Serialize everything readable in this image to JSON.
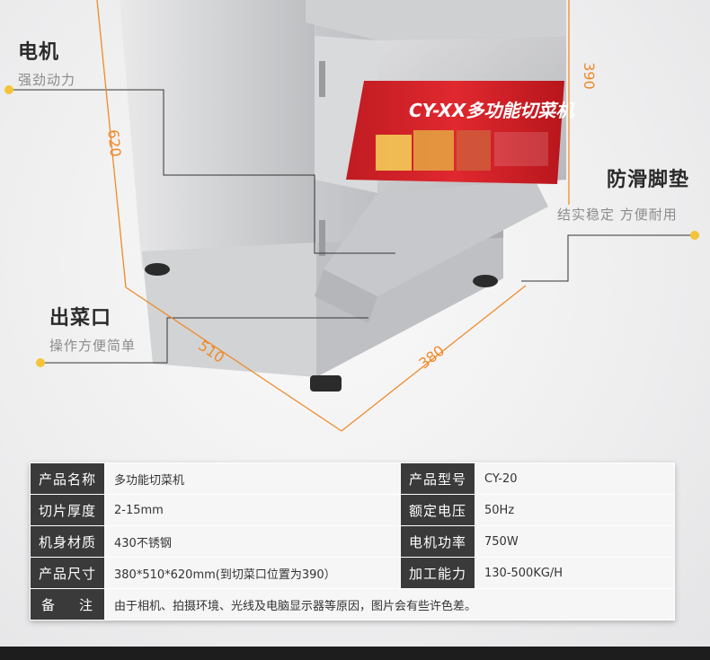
{
  "callouts": {
    "motor": {
      "title": "电机",
      "sub": "强劲动力"
    },
    "feet": {
      "title": "防滑脚垫",
      "sub": "结实稳定 方便耐用"
    },
    "outlet": {
      "title": "出菜口",
      "sub": "操作方便简单"
    }
  },
  "dimensions": {
    "height_total": "620",
    "height_outlet": "390",
    "depth": "510",
    "width": "380"
  },
  "machine_label": {
    "brand_model": "CY-XX多功能切菜机"
  },
  "colors": {
    "accent_orange": "#f08a2a",
    "label_red": "#d8232a",
    "label_bg": "#3a3a3a"
  },
  "specs": {
    "rows": [
      {
        "label1": "产品名称",
        "value1": "多功能切菜机",
        "label2": "产品型号",
        "value2": "CY-20"
      },
      {
        "label1": "切片厚度",
        "value1": "2-15mm",
        "label2": "额定电压",
        "value2": "50Hz"
      },
      {
        "label1": "机身材质",
        "value1": "430不锈钢",
        "label2": "电机功率",
        "value2": "750W"
      },
      {
        "label1": "产品尺寸",
        "value1": "380*510*620mm(到切菜口位置为390）",
        "label2": "加工能力",
        "value2": "130-500KG/H"
      }
    ],
    "note": {
      "label_a": "备",
      "label_b": "注",
      "value": "由于相机、拍摄环境、光线及电脑显示器等原因，图片会有些许色差。"
    }
  }
}
